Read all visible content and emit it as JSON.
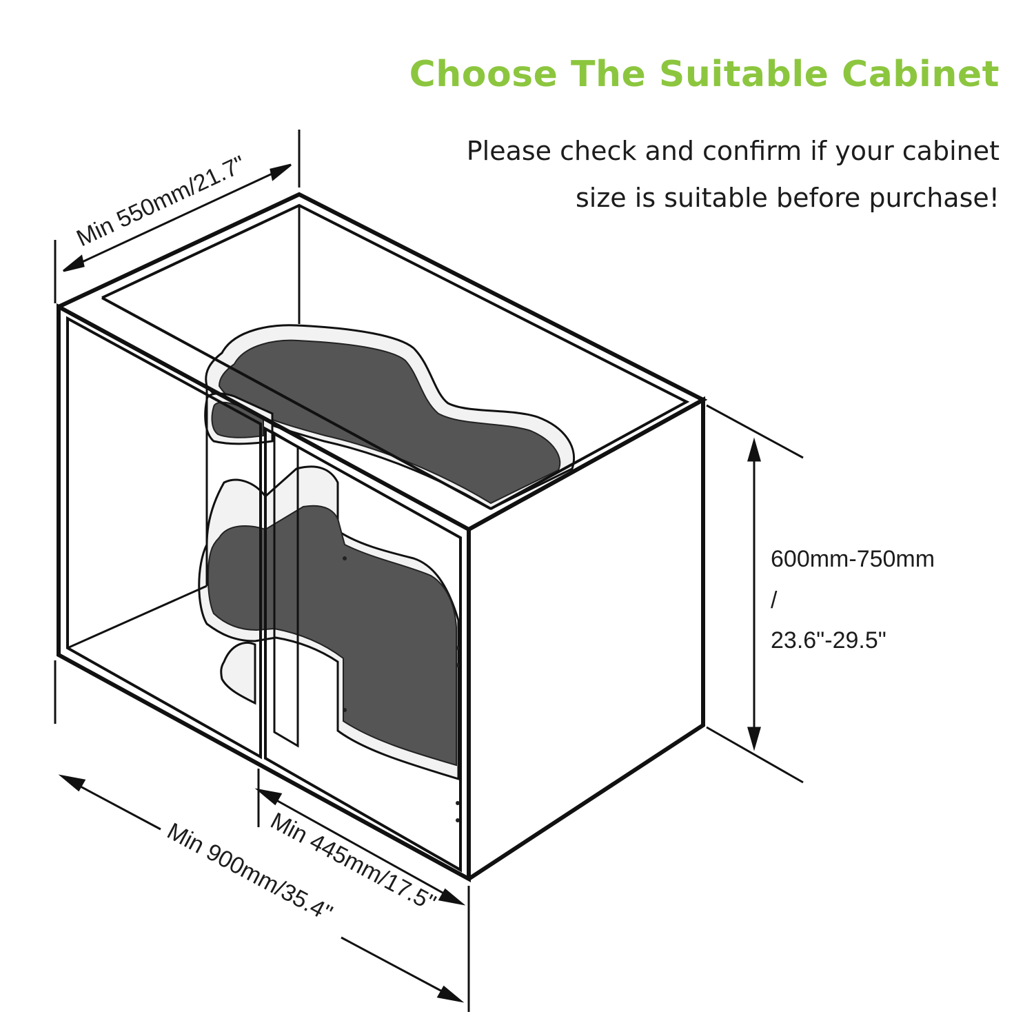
{
  "header": {
    "title": "Choose The Suitable Cabinet",
    "subtitle_line1": "Please check and confirm if your cabinet",
    "subtitle_line2": "size is suitable before purchase!"
  },
  "dimensions": {
    "depth": "Min 550mm/21.7\"",
    "width": "Min 900mm/35.4\"",
    "opening": "Min 445mm/17.5\"",
    "height_mm": "600mm-750mm",
    "height_sep": "/",
    "height_in": "23.6\"-29.5\""
  },
  "colors": {
    "title": "#8cc63f",
    "text": "#1c1c1c",
    "line": "#111111",
    "shelf": "#555555",
    "shelf_rim": "#f2f2f2"
  }
}
